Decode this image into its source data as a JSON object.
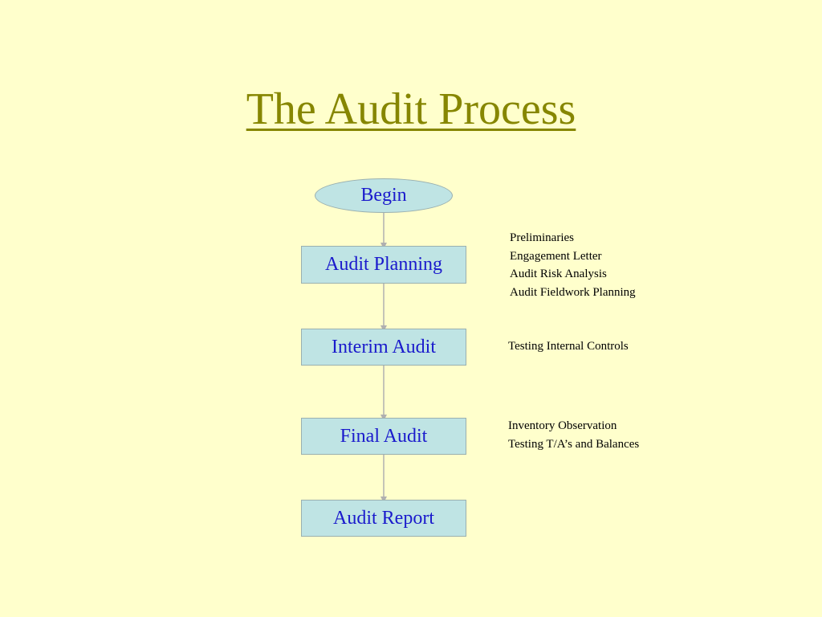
{
  "title": "The Audit Process",
  "colors": {
    "background": "#ffffcc",
    "title": "#868600",
    "node_fill": "#bfe4e4",
    "node_text": "#1a1acc",
    "connector": "#b0b0b0"
  },
  "flow": {
    "begin": "Begin",
    "steps": [
      {
        "label": "Audit Planning",
        "notes": [
          "Preliminaries",
          "Engagement Letter",
          "Audit Risk Analysis",
          "Audit Fieldwork Planning"
        ]
      },
      {
        "label": "Interim Audit",
        "notes": [
          "Testing Internal Controls"
        ]
      },
      {
        "label": "Final Audit",
        "notes": [
          "Inventory Observation",
          "Testing T/A’s and Balances"
        ]
      },
      {
        "label": "Audit Report",
        "notes": []
      }
    ]
  }
}
